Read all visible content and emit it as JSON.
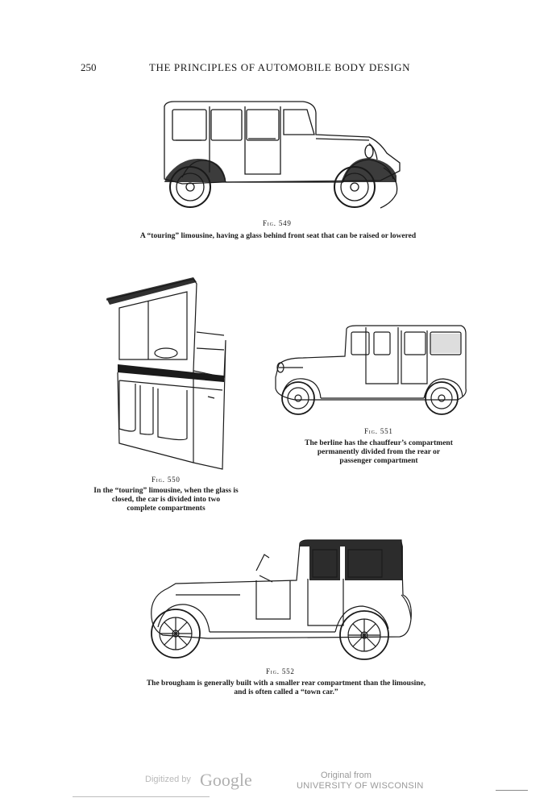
{
  "header": {
    "page_number": "250",
    "running_title": "THE PRINCIPLES OF AUTOMOBILE BODY DESIGN"
  },
  "figures": [
    {
      "label": "Fig. 549",
      "caption": "A “touring” limousine, having a glass behind front seat that can be raised or lowered"
    },
    {
      "label": "Fig. 550",
      "caption_lines": [
        "In the “touring” limousine, when the glass is",
        "closed, the car is divided into two",
        "complete compartments"
      ]
    },
    {
      "label": "Fig. 551",
      "caption_lines": [
        "The berline has the chauffeur’s compartment",
        "permanently divided from the rear or",
        "passenger compartment"
      ]
    },
    {
      "label": "Fig. 552",
      "caption_lines": [
        "The brougham is generally built with a smaller rear compartment than the limousine,",
        "and is often called a “town car.”"
      ]
    }
  ],
  "footer": {
    "digitized_by": "Digitized by",
    "google": "Google",
    "original_from": "Original from",
    "institution": "UNIVERSITY OF WISCONSIN"
  },
  "colors": {
    "ink": "#1a1a1a",
    "watermark": "#b0b0b0"
  }
}
